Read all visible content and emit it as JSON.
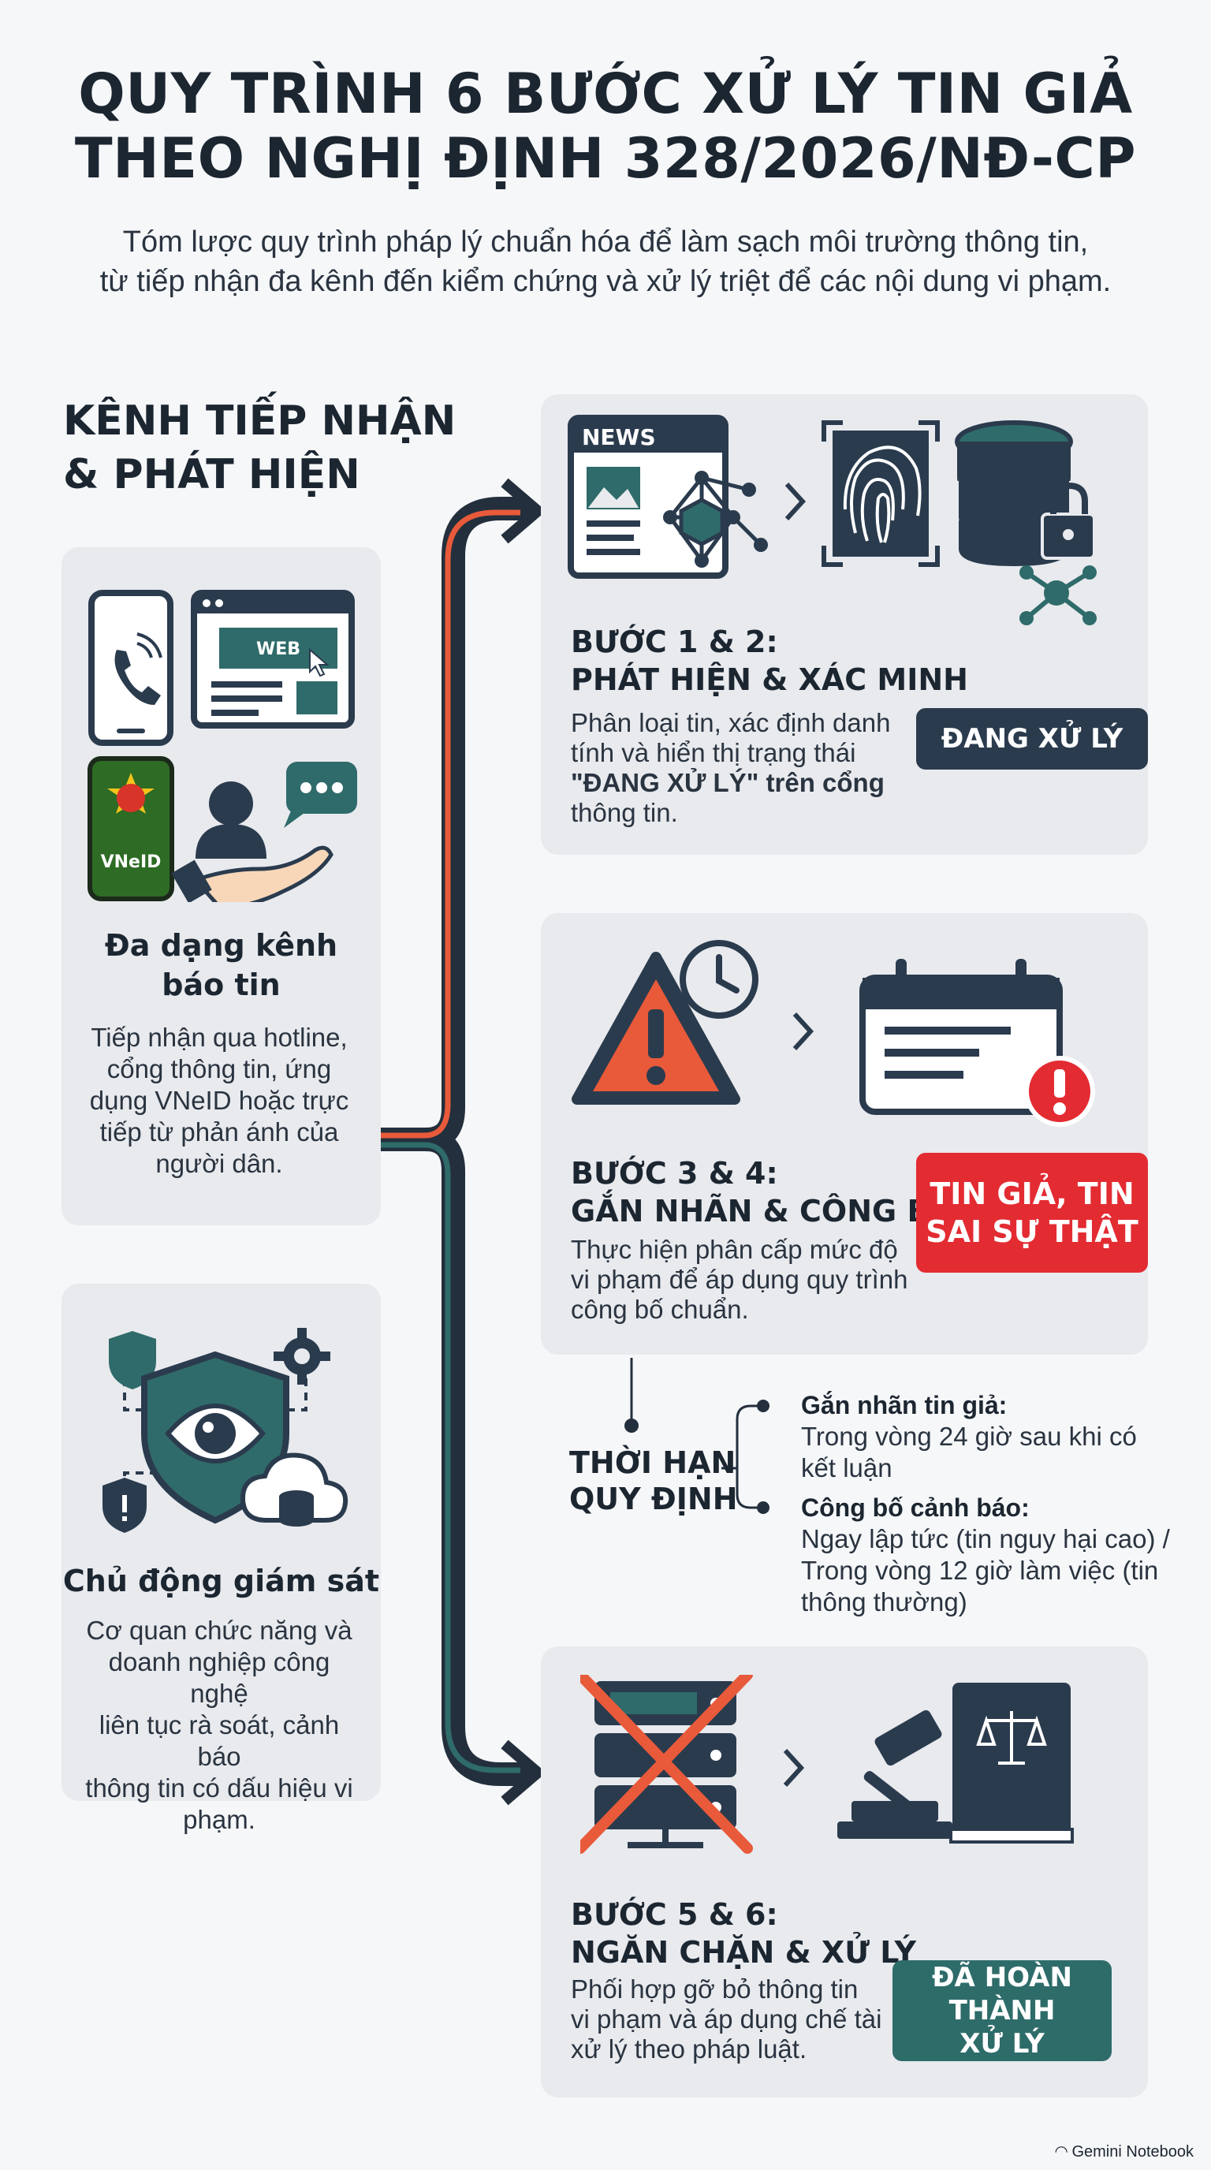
{
  "header": {
    "title_line1": "QUY TRÌNH 6 BƯỚC XỬ LÝ TIN GIẢ",
    "title_line2": "THEO NGHỊ ĐỊNH 328/2026/NĐ-CP",
    "subtitle_line1": "Tóm lược quy trình pháp lý chuẩn hóa để làm sạch môi trường thông tin,",
    "subtitle_line2": "từ tiếp nhận đa kênh đến kiểm chứng và xử lý triệt để các nội dung vi phạm."
  },
  "channels": {
    "heading_line1": "KÊNH TIẾP NHẬN",
    "heading_line2": "& PHÁT HIỆN",
    "card1": {
      "title_line1": "Đa dạng kênh",
      "title_line2": "báo tin",
      "text": [
        "Tiếp nhận qua hotline,",
        "cổng thông tin, ứng",
        "dụng VNeID hoặc trực",
        "tiếp từ phản ánh của",
        "người dân."
      ],
      "icons": [
        "phone-icon",
        "web-browser-icon",
        "vneid-app-icon",
        "citizen-report-icon"
      ],
      "web_label": "WEB",
      "app_label": "VNeID"
    },
    "card2": {
      "title": "Chủ động giám sát",
      "text": [
        "Cơ quan chức năng và",
        "doanh nghiệp công nghệ",
        "liên tục rà soát, cảnh báo",
        "thông tin có dấu hiệu vi",
        "phạm."
      ],
      "icons": [
        "shield-eye-icon",
        "gear-icon",
        "cloud-database-icon",
        "warning-shield-icon"
      ]
    }
  },
  "steps": [
    {
      "title_line1": "BƯỚC 1 & 2:",
      "title_line2": "PHÁT HIỆN & XÁC MINH",
      "text": [
        "Phân loại tin, xác định danh",
        "tính và hiển thị trạng thái",
        "\"ĐANG XỬ LÝ\" trên cổng",
        "thông tin."
      ],
      "badge": "ĐANG XỬ LÝ",
      "badge_color": "#2b3b4e",
      "news_label": "NEWS",
      "icons": [
        "news-network-icon",
        "fingerprint-icon",
        "locked-database-icon",
        "network-nodes-icon"
      ]
    },
    {
      "title_line1": "BƯỚC 3 & 4:",
      "title_line2": "GẮN NHÃN & CÔNG BỐ",
      "text": [
        "Thực hiện phân cấp mức độ",
        "vi phạm để áp dụng quy trình",
        "công bố chuẩn."
      ],
      "badge_line1": "TIN GIẢ, TIN",
      "badge_line2": "SAI SỰ THẬT",
      "badge_color": "#e32b32",
      "icons": [
        "warning-triangle-clock-icon",
        "calendar-alert-icon"
      ]
    },
    {
      "title_line1": "BƯỚC 5 & 6:",
      "title_line2": "NGĂN CHẶN & XỬ LÝ",
      "text": [
        "Phối hợp gỡ bỏ thông tin",
        "vi phạm và áp dụng chế tài",
        "xử lý theo pháp luật."
      ],
      "badge_line1": "ĐÃ HOÀN THÀNH",
      "badge_line2": "XỬ LÝ",
      "badge_color": "#2e6c6a",
      "icons": [
        "blocked-server-icon",
        "gavel-law-book-icon"
      ]
    }
  ],
  "deadlines": {
    "title_line1": "THỜI HẠN",
    "title_line2": "QUY ĐỊNH",
    "items": [
      {
        "head": "Gắn nhãn tin giả:",
        "body": [
          "Trong vòng 24 giờ sau khi có",
          "kết luận"
        ]
      },
      {
        "head": "Công bố cảnh báo:",
        "body": [
          "Ngay lập tức (tin nguy hại cao) /",
          "Trong vòng 12 giờ làm việc (tin",
          "thông thường)"
        ]
      }
    ]
  },
  "colors": {
    "flow_dark": "#232f3c",
    "flow_orange": "#e85a3a",
    "flow_teal": "#2f6b6a",
    "card_bg": "#e8eaee"
  },
  "footer": {
    "brand": "Gemini Notebook"
  }
}
